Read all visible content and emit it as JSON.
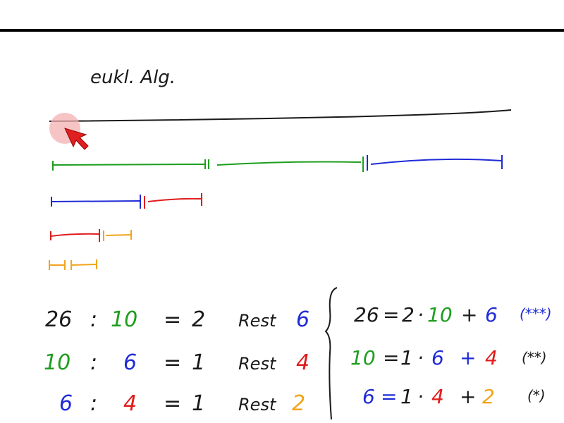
{
  "heading": "eukl. Alg.",
  "colors": {
    "black": "#1a1a1a",
    "green": "#1e9e1e",
    "blue": "#1f2bd6",
    "red": "#e01c1c",
    "orange": "#f2a51c",
    "pointer": "#e02020",
    "highlight": "#f3b0b0"
  },
  "segments": {
    "whole": "black line (26)",
    "row1": [
      "green",
      "green",
      "blue"
    ],
    "row2": [
      "blue",
      "red"
    ],
    "row3": [
      "red",
      "orange"
    ],
    "row4": [
      "orange",
      "orange"
    ]
  },
  "division": {
    "rows": [
      {
        "dividend": "26",
        "divisor": "10",
        "quotient": "2",
        "rest_label": "Rest",
        "remainder": "6"
      },
      {
        "dividend": "10",
        "divisor": "6",
        "quotient": "1",
        "rest_label": "Rest",
        "remainder": "4"
      },
      {
        "dividend": "6",
        "divisor": "4",
        "quotient": "1",
        "rest_label": "Rest",
        "remainder": "2"
      }
    ]
  },
  "equations": {
    "rows": [
      {
        "lhs": "26",
        "q": "2",
        "d": "10",
        "r": "6",
        "tag": "(***)"
      },
      {
        "lhs": "10",
        "q": "1",
        "d": "6",
        "r": "4",
        "tag": "(**)"
      },
      {
        "lhs": "6",
        "q": "1",
        "d": "4",
        "r": "2",
        "tag": "(*)"
      }
    ]
  }
}
